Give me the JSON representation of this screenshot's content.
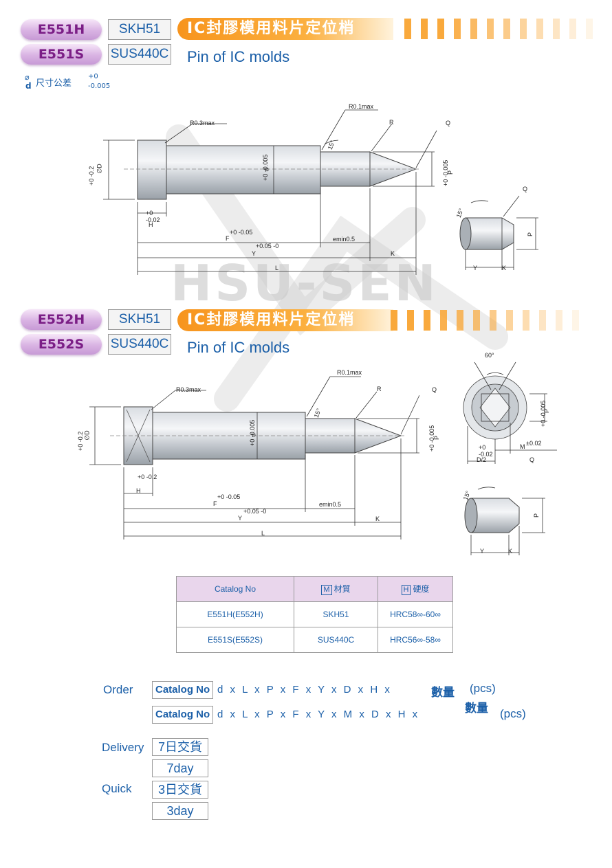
{
  "section1": {
    "code_h": "E551H",
    "code_s": "E551S",
    "mat_h": "SKH51",
    "mat_s": "SUS440C",
    "title_zh": "IC封膠模用料片定位梢",
    "title_en": "Pin of IC molds",
    "tol_symbol_top": "⌀",
    "tol_symbol_bottom": "d",
    "tol_label": "尺寸公差",
    "tol_upper": "+0",
    "tol_lower": "-0.005"
  },
  "drawing1": {
    "r03": "R0.3max",
    "r01": "R0.1max",
    "r": "R",
    "q": "Q",
    "angle": "15°",
    "d_tol": "+0 -0.2",
    "d_label": "∅D",
    "small_d": "+0 -0.005",
    "small_d_label": "d",
    "p_tol": "+0 -0.005",
    "p_label": "P",
    "h_tol": "+0 -0.02",
    "h_label": "H",
    "f_tol": "+0 -0.05",
    "f_label": "F",
    "emin": "emin0.5",
    "y_tol": "+0.05 -0",
    "y_label": "Y",
    "k_label": "K",
    "l_label": "L",
    "detail_q": "Q",
    "detail_angle": "15°",
    "detail_p": "P",
    "detail_y": "Y",
    "detail_k": "K"
  },
  "watermark": "HSU-SEN",
  "section2": {
    "code_h": "E552H",
    "code_s": "E552S",
    "mat_h": "SKH51",
    "mat_s": "SUS440C",
    "title_zh": "IC封膠模用料片定位梢",
    "title_en": "Pin of IC molds"
  },
  "drawing2": {
    "r03": "R0.3max",
    "r01": "R0.1max",
    "r": "R",
    "q": "Q",
    "angle": "15°",
    "d_tol": "+0 -0.2",
    "d_label": "∅D",
    "small_d": "+0 -0.005",
    "small_d_label": "d",
    "p_tol": "+0 -0.005",
    "p_label": "P",
    "h_tol": "+0 -0.2",
    "h_label": "H",
    "f_tol": "+0 -0.05",
    "f_label": "F",
    "emin": "emin0.5",
    "y_tol": "+0.05 -0",
    "y_label": "Y",
    "k_label": "K",
    "l_label": "L",
    "end_angle": "60°",
    "end_p_tol": "+0 -0.005",
    "end_p": "P",
    "end_m_tol": "±0.02",
    "end_m": "M",
    "end_d2_tol": "+0 -0.02",
    "end_d2": "D/2",
    "end_q": "Q",
    "detail_angle": "15°",
    "detail_p": "P",
    "detail_y": "Y",
    "detail_k": "K"
  },
  "table": {
    "headers": [
      "Catalog No",
      "材質",
      "硬度"
    ],
    "header_marks": [
      "",
      "M",
      "H"
    ],
    "rows": [
      [
        "E551H(E552H)",
        "SKH51",
        "HRC58∞-60∞"
      ],
      [
        "E551S(E552S)",
        "SUS440C",
        "HRC56∞-58∞"
      ]
    ]
  },
  "order": {
    "label": "Order",
    "catalog": "Catalog No",
    "seq1": "d x L x P x F x Y x D x H x",
    "qty1": "數量",
    "pcs1": "(pcs)",
    "seq2": "d x L x P x F x Y x M x D x H x",
    "qty2": "數量",
    "pcs2": "(pcs)"
  },
  "delivery": {
    "label": "Delivery",
    "zh": "7日交貨",
    "en": "7day",
    "quick_label": "Quick",
    "quick_zh": "3日交貨",
    "quick_en": "3day"
  },
  "colors": {
    "purple": "#7b1e86",
    "blue": "#1b5fa8",
    "orange": "#f7941d"
  }
}
